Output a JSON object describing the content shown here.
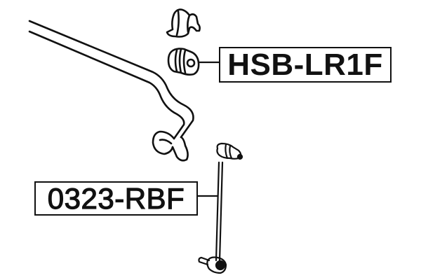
{
  "diagram": {
    "type": "parts-exploded-view",
    "subject": "stabilizer bar assembly",
    "parts": [
      {
        "id": "bracket",
        "name": "stabilizer bar bracket",
        "labeled": false
      },
      {
        "id": "bushing",
        "name": "stabilizer bar bushing",
        "labeled": true,
        "part_number": "HSB-LR1F"
      },
      {
        "id": "bar",
        "name": "stabilizer bar",
        "labeled": false
      },
      {
        "id": "link",
        "name": "stabilizer link",
        "labeled": true,
        "part_number": "0323-RBF"
      }
    ],
    "labels": {
      "bushing": "HSB-LR1F",
      "link": "0323-RBF"
    },
    "colors": {
      "line": "#111111",
      "background": "#ffffff"
    }
  }
}
